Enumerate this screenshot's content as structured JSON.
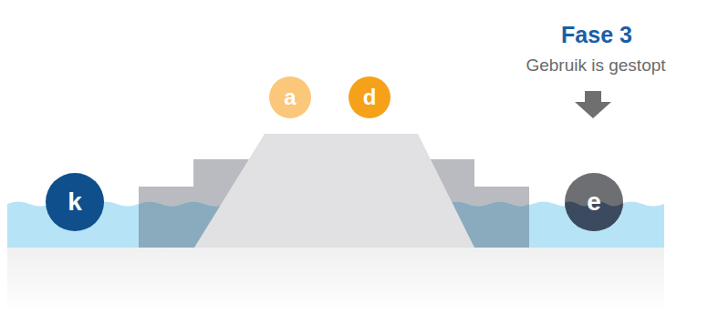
{
  "diagram": {
    "title": "Fase 3",
    "nodes": [
      {
        "text": [
          "a"
        ]
      },
      {
        "text": [
          "d"
        ]
      },
      {
        "text": [
          "k"
        ]
      },
      {
        "text": [
          "e"
        ]
      }
    ],
    "labels": [
      "Gebruik is gestopt"
    ]
  }
}
